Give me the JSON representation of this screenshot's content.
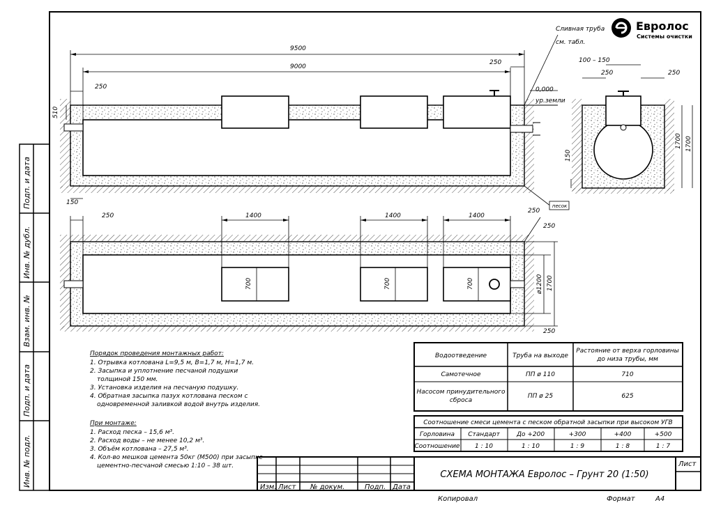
{
  "logo": {
    "name": "Евролос",
    "subtitle": "Системы очистки"
  },
  "callouts": {
    "drain_pipe_1": "Сливная труба",
    "drain_pipe_2": "см. табл.",
    "level": "0,000",
    "ground": "ур.земли",
    "sand": "песок"
  },
  "dims_top": {
    "total": "9500",
    "inner": "9000",
    "left": "250",
    "right": "250",
    "depth": "510",
    "bottom": "150"
  },
  "dims_section": {
    "top": "100 – 150",
    "left": "250",
    "right": "250",
    "depth": "150",
    "h1": "1700",
    "h2": "1700"
  },
  "dims_plan": {
    "left": "250",
    "w1": "1400",
    "w2": "1400",
    "w3": "1400",
    "right_top": "250",
    "right_mid": "250",
    "right_bottom": "250",
    "hatch_w": "700",
    "diameter": "ø1200",
    "width": "1700"
  },
  "side_labels": [
    "Подп. и дата",
    "Инв. № дубл.",
    "Взам. инв. №",
    "Подп. и дата",
    "Инв. № подл."
  ],
  "notes_install": {
    "heading": "Порядок проведения монтажных работ:",
    "items": [
      "1. Отрывка котлована L=9,5 м, B=1,7 м, H=1,7 м.",
      "2. Засыпка и уплотнение песчаной подушки",
      "толщиной 150 мм.",
      "3. Установка изделия на песчаную подушку.",
      "4. Обратная засыпка пазух котлована песком с",
      "одновременной заливкой водой внутрь изделия."
    ]
  },
  "notes_consumption": {
    "heading": "При монтаже:",
    "items": [
      "1. Расход песка – 15,6 м³.",
      "2. Расход воды –  не менее 10,2 м³.",
      "3. Объём котлована – 27,5 м³.",
      "4. Кол-во мешков цемента 50кг (М500) при засыпке",
      "цементно-песчаной смесью 1:10 – 38 шт."
    ]
  },
  "table_drainage": {
    "headers": [
      "Водоотведение",
      "Труба на выходе",
      "Растояние от верха горловины",
      "до низа трубы, мм"
    ],
    "rows": [
      [
        "Самотечное",
        "ПП ø 110",
        "710"
      ],
      [
        "Насосом принудительного",
        "сброса",
        "ПП ø 25",
        "625"
      ]
    ]
  },
  "table_ratio": {
    "title": "Соотношение смеси цемента с песком обратной засыпки при высоком УГВ",
    "row1": [
      "Горловина",
      "Стандарт",
      "До +200",
      "+300",
      "+400",
      "+500"
    ],
    "row2": [
      "Соотношение",
      "1 : 10",
      "1 : 10",
      "1 : 9",
      "1 : 8",
      "1 : 7"
    ]
  },
  "stamp": {
    "title": "СХЕМА МОНТАЖА Евролос – Грунт 20 (1:50)",
    "sheet": "Лист",
    "cols": [
      "Изм.",
      "Лист",
      "№ докум.",
      "Подп.",
      "Дата"
    ]
  },
  "footer": {
    "copied": "Копировал",
    "format": "Формат",
    "format_value": "А4"
  }
}
